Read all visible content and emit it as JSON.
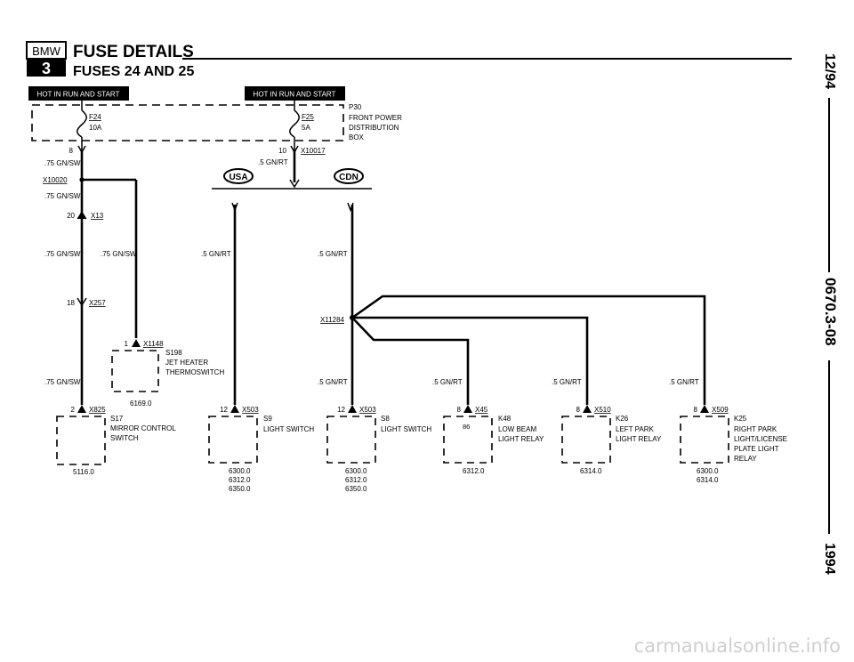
{
  "header": {
    "logo_top": "BMW",
    "logo_bottom": "3",
    "title": "FUSE DETAILS",
    "subtitle": "FUSES 24 AND 25"
  },
  "side_labels": {
    "top": "12/94",
    "middle": "0670.3-08",
    "bottom": "1994"
  },
  "banners": [
    "HOT IN RUN AND START",
    "HOT IN RUN AND START"
  ],
  "fuse_box": {
    "id": "P30",
    "desc_lines": [
      "FRONT POWER",
      "DISTRIBUTION",
      "BOX"
    ],
    "fuses": [
      {
        "name": "F24",
        "rating": "10A",
        "pin": "8"
      },
      {
        "name": "F25",
        "rating": "5A",
        "pin": "10"
      }
    ]
  },
  "connectors": {
    "x10017": "X10017",
    "x10020": "X10020",
    "x13": "X13",
    "x13_pin": "20",
    "x257": "X257",
    "x257_pin": "18",
    "x1148": "X1148",
    "x1148_pin": "1",
    "x11284": "X11284"
  },
  "markers": {
    "usa": "USA",
    "cdn": "CDN"
  },
  "wires": {
    "gn_sw_75": ".75 GN/SW",
    "gn_rt_5": ".5 GN/RT"
  },
  "components": [
    {
      "id": "S17",
      "desc_lines": [
        "MIRROR CONTROL",
        "SWITCH"
      ],
      "pin": "2",
      "conn": "X825",
      "ref_lines": [
        "5116.0"
      ]
    },
    {
      "id": "S198",
      "desc_lines": [
        "JET HEATER",
        "THERMOSWITCH"
      ],
      "ref_lines": [
        "6169.0"
      ]
    },
    {
      "id": "S9",
      "desc_lines": [
        "LIGHT SWITCH"
      ],
      "pin": "12",
      "conn": "X503",
      "ref_lines": [
        "6300.0",
        "6312.0",
        "6350.0"
      ]
    },
    {
      "id": "S8",
      "desc_lines": [
        "LIGHT SWITCH"
      ],
      "pin": "12",
      "conn": "X503",
      "ref_lines": [
        "6300.0",
        "6312.0",
        "6350.0"
      ]
    },
    {
      "id": "K48",
      "desc_lines": [
        "LOW BEAM",
        "LIGHT RELAY"
      ],
      "pin": "8",
      "conn": "X45",
      "inner_pin": "86",
      "ref_lines": [
        "6312.0"
      ]
    },
    {
      "id": "K26",
      "desc_lines": [
        "LEFT PARK",
        "LIGHT RELAY"
      ],
      "pin": "8",
      "conn": "X510",
      "ref_lines": [
        "6314.0"
      ]
    },
    {
      "id": "K25",
      "desc_lines": [
        "RIGHT PARK",
        "LIGHT/LICENSE",
        "PLATE LIGHT",
        "RELAY"
      ],
      "pin": "8",
      "conn": "X509",
      "ref_lines": [
        "6300.0",
        "6314.0"
      ]
    }
  ],
  "watermark": "carmanualsonline.info"
}
